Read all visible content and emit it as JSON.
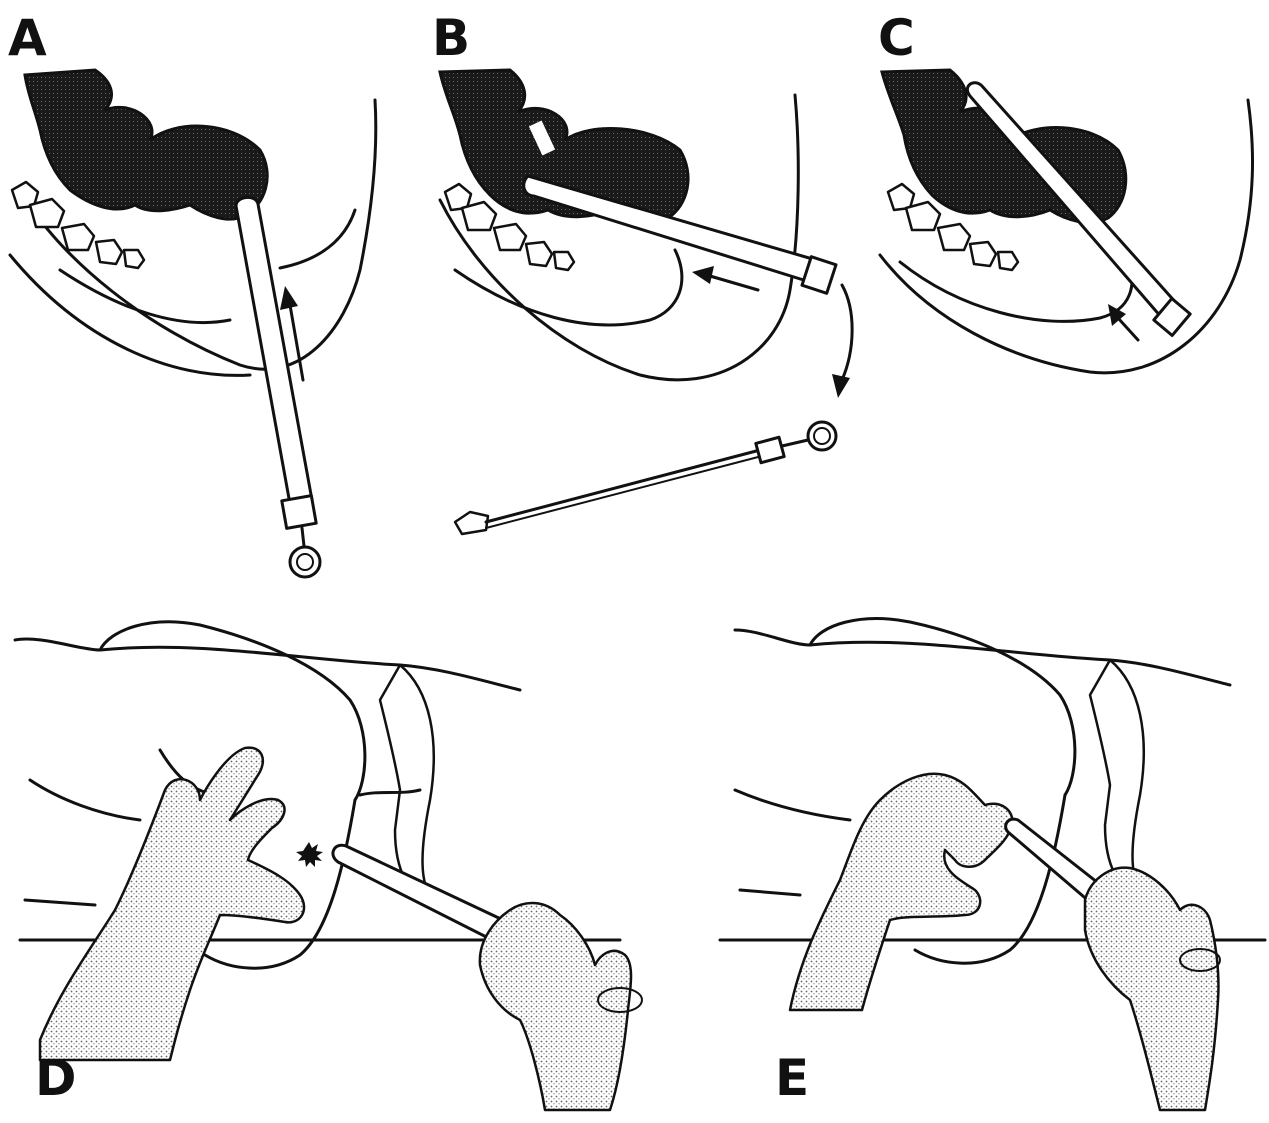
{
  "panels": [
    {
      "letter": "A"
    },
    {
      "letter": "B"
    },
    {
      "letter": "C"
    },
    {
      "letter": "D"
    },
    {
      "letter": "E"
    }
  ]
}
